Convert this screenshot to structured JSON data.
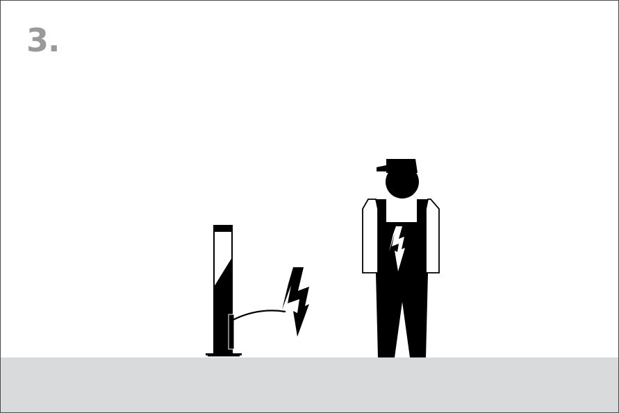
{
  "step": {
    "label": "3."
  },
  "scene": {
    "elements": [
      "charging-post",
      "cable",
      "lightning-bolt-icon",
      "electrician-figure",
      "ground"
    ]
  },
  "colors": {
    "ink": "#000000",
    "step_number": "#9a9a9a",
    "ground": "#d9dadb",
    "background": "#ffffff",
    "frame_border": "#4a4a4a"
  }
}
